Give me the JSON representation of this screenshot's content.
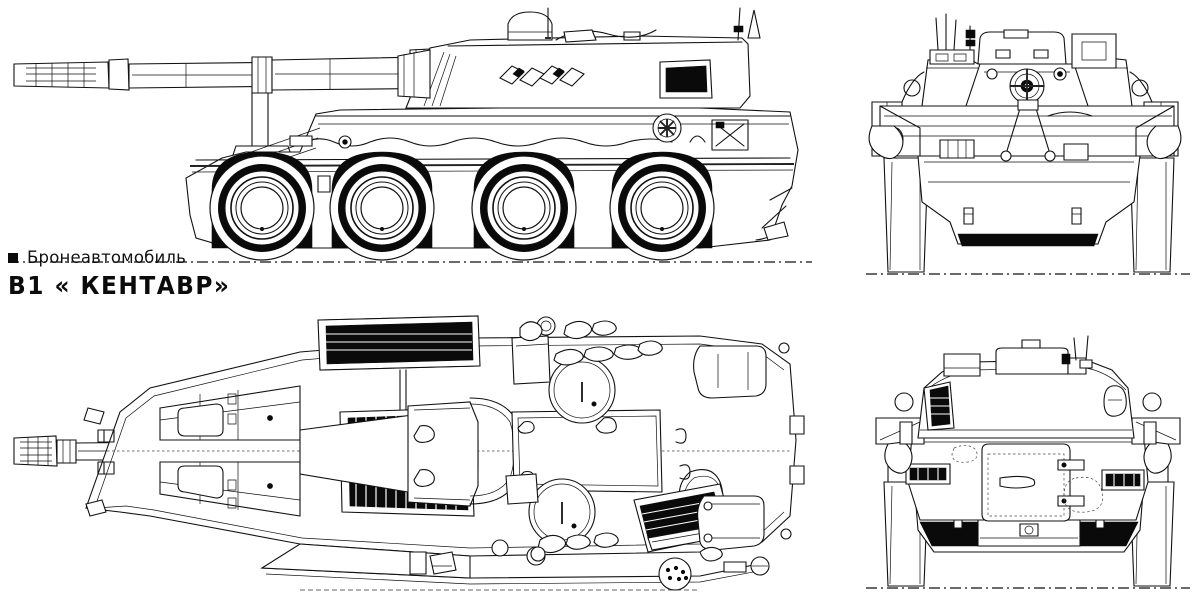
{
  "sheet": {
    "background": "#ffffff",
    "ink": "#111111",
    "kind": "technical-line-drawing",
    "views_count": 4
  },
  "caption": {
    "bullet": "black-square-bullet",
    "subtitle": "Бронеавтомобиль",
    "title": "В1 « КЕНТАВР»"
  },
  "views": {
    "side": {
      "name": "left-side-elevation",
      "wheels": 4,
      "features": [
        "muzzle-brake",
        "gun-barrel",
        "barrel-travel-lock",
        "glacis-plate",
        "turret",
        "smoke-grenade-launchers",
        "vision-block",
        "engine-grille",
        "rear-hull",
        "wheel-arches"
      ],
      "smoke_launcher_tubes": 4
    },
    "plan": {
      "name": "top-plan-view",
      "features": [
        "gun-barrel",
        "turret-roof",
        "commander-hatch",
        "gunner-hatch",
        "louvre-grille-front",
        "louvre-grille-rear",
        "engine-deck",
        "stowage-boxes",
        "rear-deck-hatches",
        "driver-hatch"
      ],
      "round_hatches": 2,
      "grille_panels": 2
    },
    "front": {
      "name": "front-elevation",
      "features": [
        "turret-front",
        "gun-mantlet",
        "mount-ring",
        "antenna-mast",
        "antenna-whip",
        "commander-sight",
        "periscopes",
        "fenders",
        "front-wheels",
        "lower-hull-shadow"
      ],
      "antennae": 4,
      "wheels_visible": 2
    },
    "rear": {
      "name": "rear-elevation",
      "features": [
        "rear-access-door",
        "door-handle",
        "tail-lights",
        "turret-rear",
        "antenna-whip",
        "stowage-bin",
        "tow-hooks",
        "lower-hull-shadow",
        "rear-wheels"
      ],
      "tail_lights": 2,
      "tow_hooks": 2
    }
  }
}
